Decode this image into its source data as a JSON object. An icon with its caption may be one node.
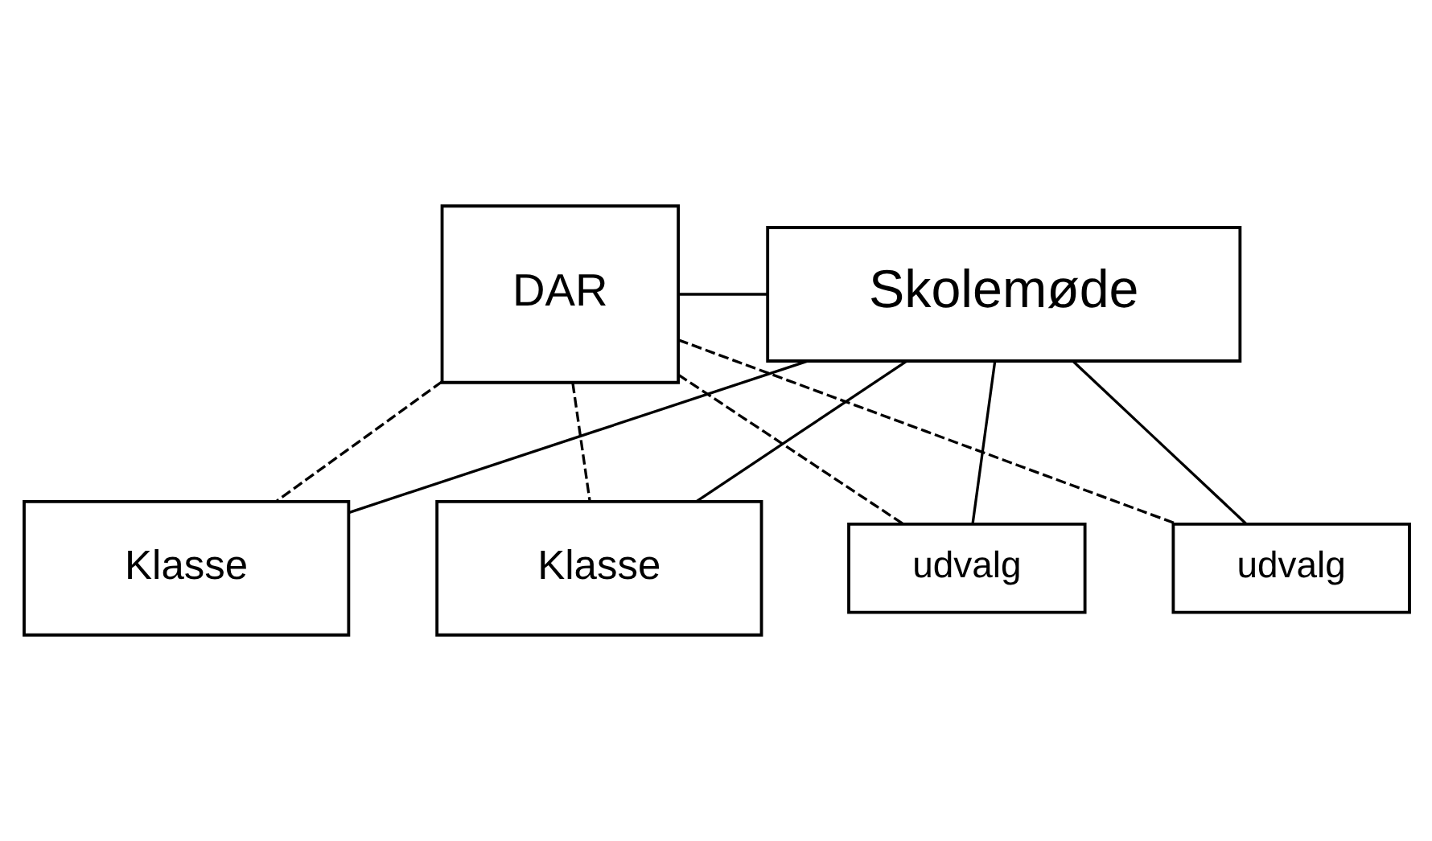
{
  "diagram": {
    "nodes": [
      {
        "text": [
          "Skolemøde"
        ]
      },
      {
        "text": [
          "DAR"
        ]
      },
      {
        "text": [
          "udvalg"
        ]
      },
      {
        "text": [
          "udvalg"
        ]
      },
      {
        "text": [
          "Klasse"
        ]
      },
      {
        "text": [
          "Klasse"
        ]
      }
    ],
    "edges": [
      {
        "from": 1,
        "to": 0,
        "arrow": "none"
      },
      {
        "from": 0,
        "to": 2,
        "arrow": "none"
      },
      {
        "from": 0,
        "to": 3,
        "arrow": "none"
      },
      {
        "from": 0,
        "to": 4,
        "arrow": "none"
      },
      {
        "from": 0,
        "to": 5,
        "arrow": "none"
      },
      {
        "from": 1,
        "to": 3,
        "arrow": "none",
        "style": "dashed"
      },
      {
        "from": 1,
        "to": 2,
        "arrow": "none",
        "style": "dashed"
      },
      {
        "from": 1,
        "to": 4,
        "arrow": "none",
        "style": "dashed"
      },
      {
        "from": 1,
        "to": 5,
        "arrow": "none",
        "style": "dashed"
      }
    ]
  }
}
